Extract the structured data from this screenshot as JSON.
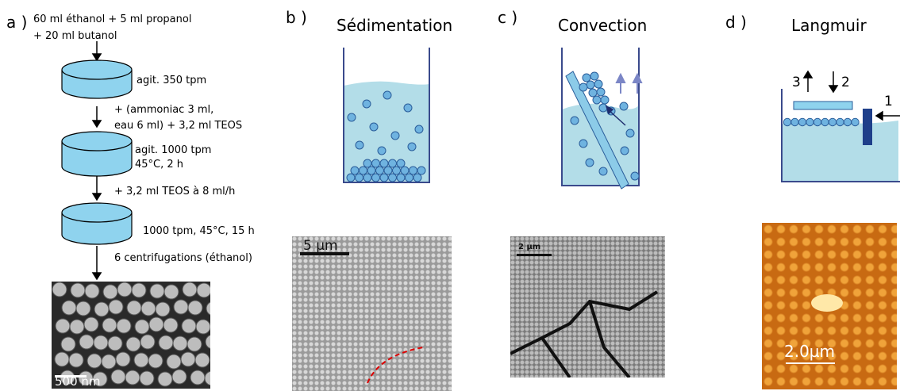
{
  "panels": {
    "a": {
      "label": "a )",
      "steps": [
        "60 ml éthanol + 5 ml propanol",
        "+ 20 ml butanol",
        "agit. 350 tpm",
        "+ (ammoniac 3 ml,",
        "eau 6 ml) + 3,2 ml TEOS",
        "agit. 1000 tpm",
        "45°C, 2 h",
        "+ 3,2 ml TEOS à 8 ml/h",
        "1000 tpm, 45°C, 15 h",
        "6 centrifugations  (éthanol)"
      ],
      "scalebar": "500 nm"
    },
    "b": {
      "label": "b )",
      "title": "Sédimentation",
      "scalebar": "5 µm"
    },
    "c": {
      "label": "c )",
      "title": "Convection",
      "scalebar": "2 µm"
    },
    "d": {
      "label": "d )",
      "title": "Langmuir",
      "numbers": [
        "3",
        "2",
        "1"
      ],
      "scalebar": "2.0µm"
    }
  },
  "colors": {
    "liquid": "#b3dde8",
    "particle": "#6fb3e0",
    "particle_stroke": "#2a5d9a",
    "beaker": "#3a4a8c",
    "barrier": "#1f3f8a",
    "sem_gray": "#8f8f8f",
    "afm_orange": "#d9801f"
  }
}
